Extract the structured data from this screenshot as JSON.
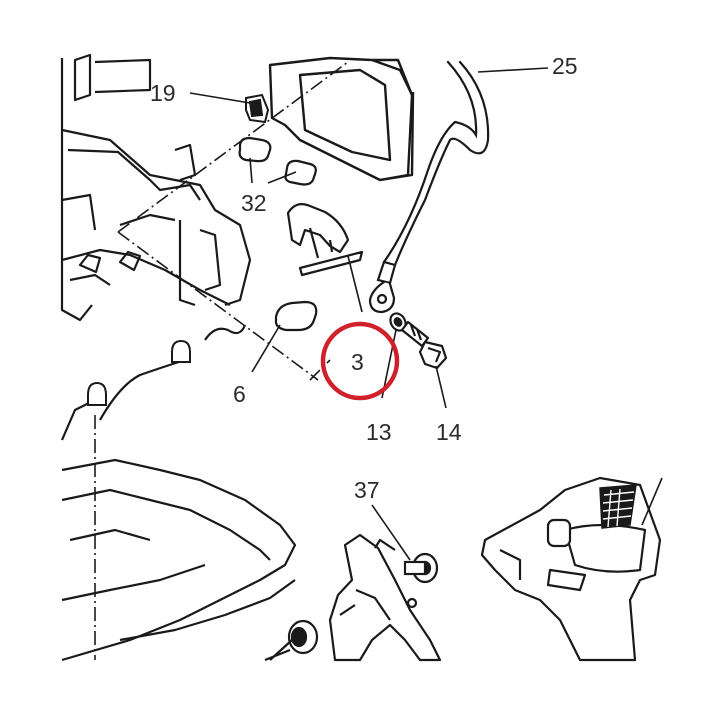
{
  "callouts": {
    "c25": "25",
    "c19": "19",
    "c32": "32",
    "c3": "3",
    "c6": "6",
    "c13": "13",
    "c14": "14",
    "c37": "37"
  },
  "highlight": {
    "target_callout": "3",
    "color": "#d0202a"
  },
  "colors": {
    "line": "#1a1a1a",
    "text": "#2b2b2b",
    "highlight": "#d0202a"
  }
}
